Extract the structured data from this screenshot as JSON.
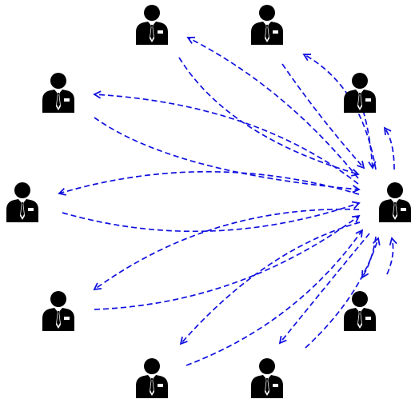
{
  "diagram": {
    "type": "network",
    "colors": {
      "arrow": "#1010e0",
      "person": "#000000",
      "background": "#ffffff"
    },
    "icon": "businessman-icon",
    "nodes": [
      {
        "id": "hub",
        "role": "center"
      },
      {
        "id": "top-left",
        "role": "peer"
      },
      {
        "id": "top-right",
        "role": "peer"
      },
      {
        "id": "upper-right",
        "role": "peer"
      },
      {
        "id": "upper-left",
        "role": "peer"
      },
      {
        "id": "left",
        "role": "peer"
      },
      {
        "id": "lower-left",
        "role": "peer"
      },
      {
        "id": "lower-right",
        "role": "peer"
      },
      {
        "id": "bottom-left",
        "role": "peer"
      },
      {
        "id": "bottom-right",
        "role": "peer"
      }
    ],
    "edges": [
      {
        "from": "hub",
        "to": "top-left"
      },
      {
        "from": "top-left",
        "to": "hub"
      },
      {
        "from": "hub",
        "to": "top-right"
      },
      {
        "from": "top-right",
        "to": "hub"
      },
      {
        "from": "hub",
        "to": "upper-right"
      },
      {
        "from": "upper-right",
        "to": "hub"
      },
      {
        "from": "hub",
        "to": "upper-left"
      },
      {
        "from": "upper-left",
        "to": "hub"
      },
      {
        "from": "hub",
        "to": "left"
      },
      {
        "from": "left",
        "to": "hub"
      },
      {
        "from": "hub",
        "to": "lower-left"
      },
      {
        "from": "lower-left",
        "to": "hub"
      },
      {
        "from": "hub",
        "to": "bottom-left"
      },
      {
        "from": "bottom-left",
        "to": "hub"
      },
      {
        "from": "hub",
        "to": "bottom-right"
      },
      {
        "from": "bottom-right",
        "to": "hub"
      },
      {
        "from": "hub",
        "to": "lower-right"
      },
      {
        "from": "lower-right",
        "to": "hub"
      }
    ]
  }
}
